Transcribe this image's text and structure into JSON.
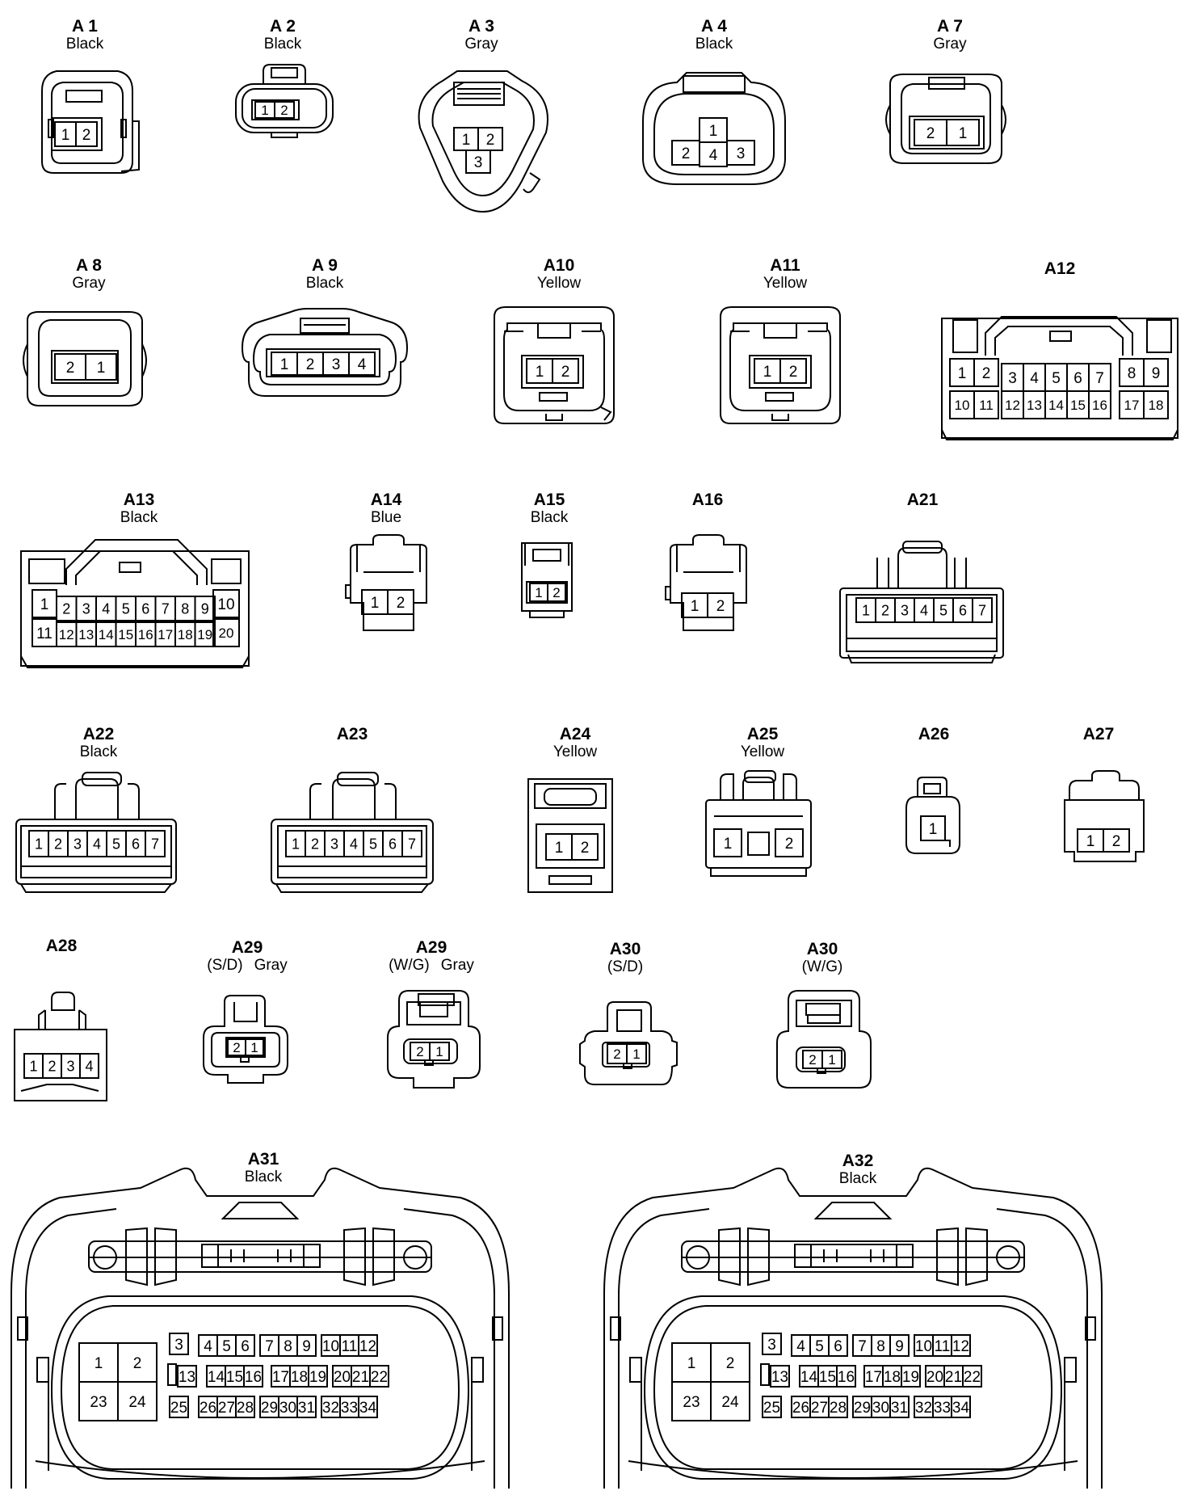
{
  "connectors": [
    {
      "key": "A1",
      "label": "A 1",
      "color": "Black",
      "pins": [
        "1",
        "2"
      ]
    },
    {
      "key": "A2",
      "label": "A 2",
      "color": "Black",
      "pins": [
        "1",
        "2"
      ]
    },
    {
      "key": "A3",
      "label": "A 3",
      "color": "Gray",
      "pins": [
        "1",
        "2",
        "3"
      ]
    },
    {
      "key": "A4",
      "label": "A 4",
      "color": "Black",
      "pins": [
        "1",
        "2",
        "3",
        "4"
      ]
    },
    {
      "key": "A7",
      "label": "A 7",
      "color": "Gray",
      "pins": [
        "2",
        "1"
      ]
    },
    {
      "key": "A8",
      "label": "A 8",
      "color": "Gray",
      "pins": [
        "2",
        "1"
      ]
    },
    {
      "key": "A9",
      "label": "A 9",
      "color": "Black",
      "pins": [
        "1",
        "2",
        "3",
        "4"
      ]
    },
    {
      "key": "A10",
      "label": "A10",
      "color": "Yellow",
      "pins": [
        "1",
        "2"
      ]
    },
    {
      "key": "A11",
      "label": "A11",
      "color": "Yellow",
      "pins": [
        "1",
        "2"
      ]
    },
    {
      "key": "A12",
      "label": "A12",
      "color": "",
      "pins": [
        "1",
        "2",
        "3",
        "4",
        "5",
        "6",
        "7",
        "8",
        "9",
        "10",
        "11",
        "12",
        "13",
        "14",
        "15",
        "16",
        "17",
        "18"
      ]
    },
    {
      "key": "A13",
      "label": "A13",
      "color": "Black",
      "pins": [
        "1",
        "2",
        "3",
        "4",
        "5",
        "6",
        "7",
        "8",
        "9",
        "10",
        "11",
        "12",
        "13",
        "14",
        "15",
        "16",
        "17",
        "18",
        "19",
        "20"
      ]
    },
    {
      "key": "A14",
      "label": "A14",
      "color": "Blue",
      "pins": [
        "1",
        "2"
      ]
    },
    {
      "key": "A15",
      "label": "A15",
      "color": "Black",
      "pins": [
        "1",
        "2"
      ]
    },
    {
      "key": "A16",
      "label": "A16",
      "color": "",
      "pins": [
        "1",
        "2"
      ]
    },
    {
      "key": "A21",
      "label": "A21",
      "color": "",
      "pins": [
        "1",
        "2",
        "3",
        "4",
        "5",
        "6",
        "7"
      ]
    },
    {
      "key": "A22",
      "label": "A22",
      "color": "Black",
      "pins": [
        "1",
        "2",
        "3",
        "4",
        "5",
        "6",
        "7"
      ]
    },
    {
      "key": "A23",
      "label": "A23",
      "color": "",
      "pins": [
        "1",
        "2",
        "3",
        "4",
        "5",
        "6",
        "7"
      ]
    },
    {
      "key": "A24",
      "label": "A24",
      "color": "Yellow",
      "pins": [
        "1",
        "2"
      ]
    },
    {
      "key": "A25",
      "label": "A25",
      "color": "Yellow",
      "pins": [
        "1",
        "2"
      ]
    },
    {
      "key": "A26",
      "label": "A26",
      "color": "",
      "pins": [
        "1"
      ]
    },
    {
      "key": "A27",
      "label": "A27",
      "color": "",
      "pins": [
        "1",
        "2"
      ]
    },
    {
      "key": "A28",
      "label": "A28",
      "color": "",
      "pins": [
        "1",
        "2",
        "3",
        "4"
      ]
    },
    {
      "key": "A29sd",
      "label": "A29",
      "variant": "(S/D)",
      "color": "Gray",
      "pins": [
        "2",
        "1"
      ]
    },
    {
      "key": "A29wg",
      "label": "A29",
      "variant": "(W/G)",
      "color": "Gray",
      "pins": [
        "2",
        "1"
      ]
    },
    {
      "key": "A30sd",
      "label": "A30",
      "variant": "(S/D)",
      "color": "",
      "pins": [
        "2",
        "1"
      ]
    },
    {
      "key": "A30wg",
      "label": "A30",
      "variant": "(W/G)",
      "color": "",
      "pins": [
        "2",
        "1"
      ]
    },
    {
      "key": "A31",
      "label": "A31",
      "color": "Black",
      "pins": [
        "1",
        "2",
        "23",
        "24",
        "3",
        "4",
        "5",
        "6",
        "7",
        "8",
        "9",
        "10",
        "11",
        "12",
        "13",
        "14",
        "15",
        "16",
        "17",
        "18",
        "19",
        "20",
        "21",
        "22",
        "25",
        "26",
        "27",
        "28",
        "29",
        "30",
        "31",
        "32",
        "33",
        "34"
      ]
    },
    {
      "key": "A32",
      "label": "A32",
      "color": "Black",
      "pins": [
        "1",
        "2",
        "23",
        "24",
        "3",
        "4",
        "5",
        "6",
        "7",
        "8",
        "9",
        "10",
        "11",
        "12",
        "13",
        "14",
        "15",
        "16",
        "17",
        "18",
        "19",
        "20",
        "21",
        "22",
        "25",
        "26",
        "27",
        "28",
        "29",
        "30",
        "31",
        "32",
        "33",
        "34"
      ]
    }
  ]
}
